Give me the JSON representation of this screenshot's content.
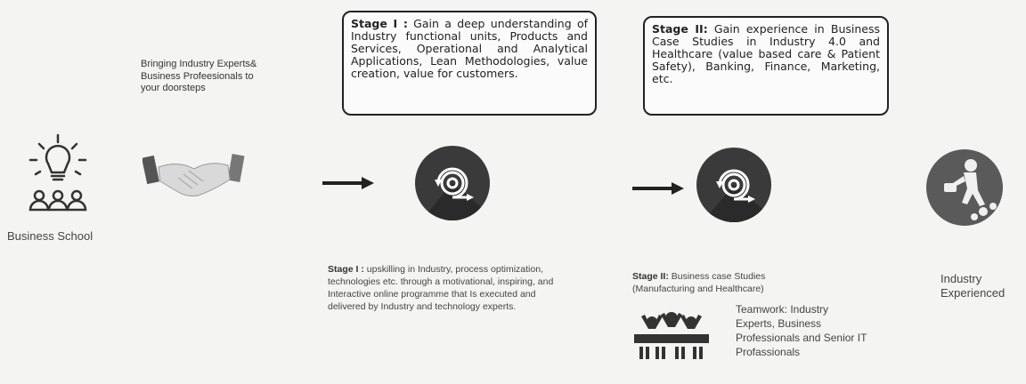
{
  "business_school": {
    "tagline": "Bringing Industry Experts& Business Profeesionals to your doorsteps",
    "label": "Business School"
  },
  "stage1_box": {
    "heading": "Stage I :",
    "text": " Gain a deep understanding of Industry functional units, Products and Services, Operational and Analytical Applications, Lean Methodologies, value creation, value for customers."
  },
  "stage2_box": {
    "heading": "Stage II:",
    "text": " Gain experience in Business Case Studies in Industry 4.0 and Healthcare (value based care & Patient Safety), Banking, Finance, Marketing, etc."
  },
  "stage1_caption": {
    "heading": "Stage I :",
    "text": " upskilling in Industry, process optimization, technologies etc. through a motivational, inspiring, and Interactive online programme that Is executed and delivered by Industry and technology experts."
  },
  "stage2_caption": {
    "heading": "Stage II:",
    "text": " Business case Studies (Manufacturing and Healthcare)"
  },
  "teamwork": {
    "text": "Teamwork: Industry Experts, Business Professionals and Senior IT Profassionals"
  },
  "end": {
    "label": "Industry Experienced"
  },
  "colors": {
    "circle": "#3a3a3a",
    "box_border": "#222222"
  }
}
